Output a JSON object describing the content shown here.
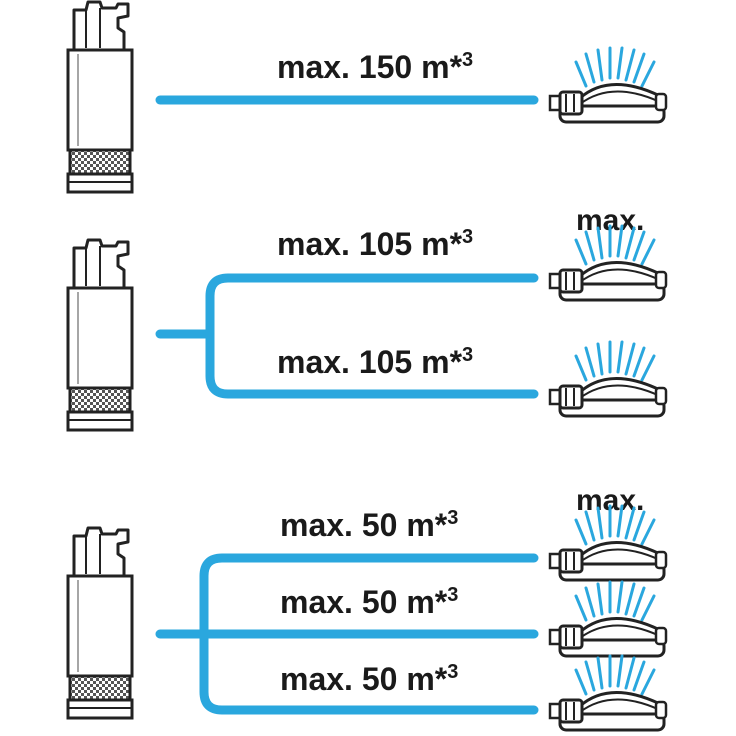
{
  "colors": {
    "hose": "#2aa7de",
    "spray": "#2aa7de",
    "outline": "#222222",
    "text": "#1a1a1a"
  },
  "icons": {
    "pump": "submersible-pump-icon",
    "sprinkler": "oscillating-sprinkler-icon"
  },
  "rows": [
    {
      "id": "single",
      "branches": 1,
      "labels": [
        {
          "text": "max. 150 m*",
          "sup": "3"
        }
      ],
      "max_label": ""
    },
    {
      "id": "double",
      "branches": 2,
      "labels": [
        {
          "text": "max. 105 m*",
          "sup": "3"
        },
        {
          "text": "max. 105 m*",
          "sup": "3"
        }
      ],
      "max_label": "max."
    },
    {
      "id": "triple",
      "branches": 3,
      "labels": [
        {
          "text": "max. 50 m*",
          "sup": "3"
        },
        {
          "text": "max. 50 m*",
          "sup": "3"
        },
        {
          "text": "max. 50 m*",
          "sup": "3"
        }
      ],
      "max_label": "max."
    }
  ]
}
